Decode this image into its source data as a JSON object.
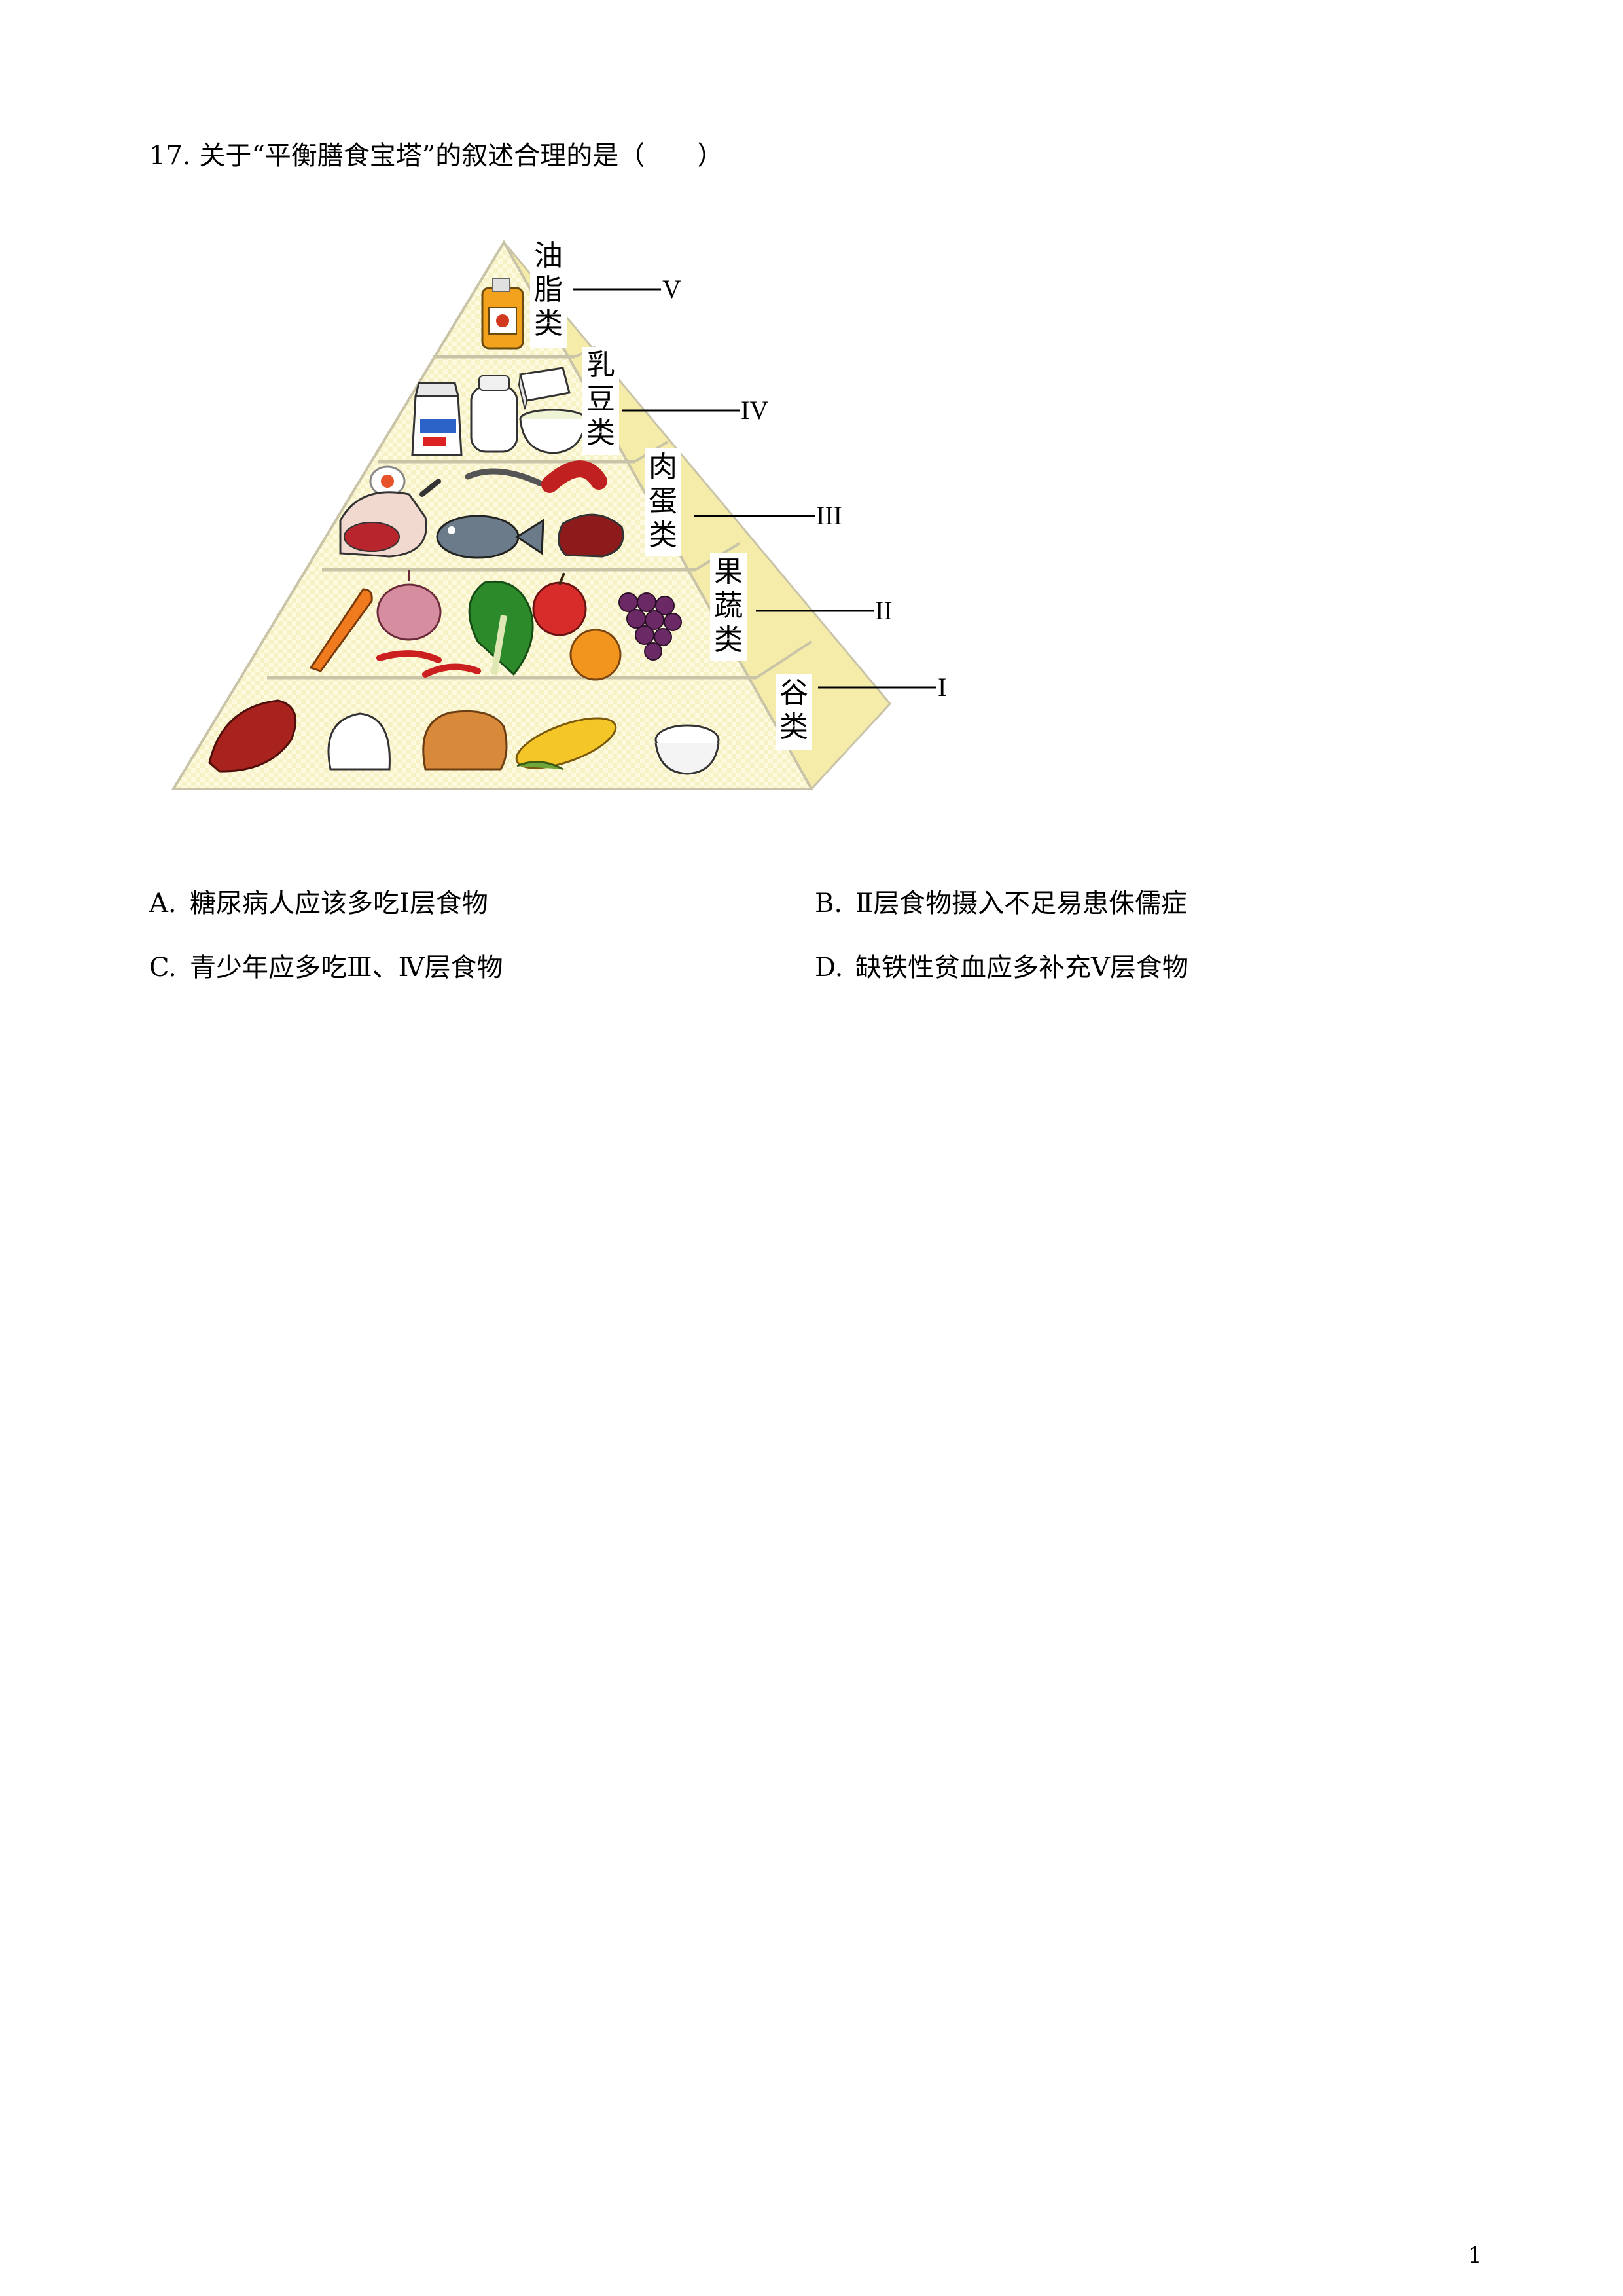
{
  "question": {
    "number": "17.",
    "text": "关于“平衡膳食宝塔”的叙述合理的是（　　）"
  },
  "pyramid": {
    "levels": [
      {
        "numeral": "V",
        "chars": [
          "油",
          "脂",
          "类"
        ]
      },
      {
        "numeral": "IV",
        "chars": [
          "乳",
          "豆",
          "类"
        ]
      },
      {
        "numeral": "III",
        "chars": [
          "肉",
          "蛋",
          "类"
        ]
      },
      {
        "numeral": "II",
        "chars": [
          "果",
          "蔬",
          "类"
        ]
      },
      {
        "numeral": "I",
        "chars": [
          "谷",
          "类"
        ]
      }
    ],
    "colors": {
      "face": "#fdfae0",
      "side": "#f6ecaa",
      "edge": "#c9c4a8"
    }
  },
  "options": [
    {
      "letter": "A.",
      "text": "糖尿病人应该多吃Ⅰ层食物"
    },
    {
      "letter": "B.",
      "text": "Ⅱ层食物摄入不足易患侏儒症"
    },
    {
      "letter": "C.",
      "text": "青少年应多吃Ⅲ、Ⅳ层食物"
    },
    {
      "letter": "D.",
      "text": "缺铁性贫血应多补充Ⅴ层食物"
    }
  ],
  "page_number": "1"
}
